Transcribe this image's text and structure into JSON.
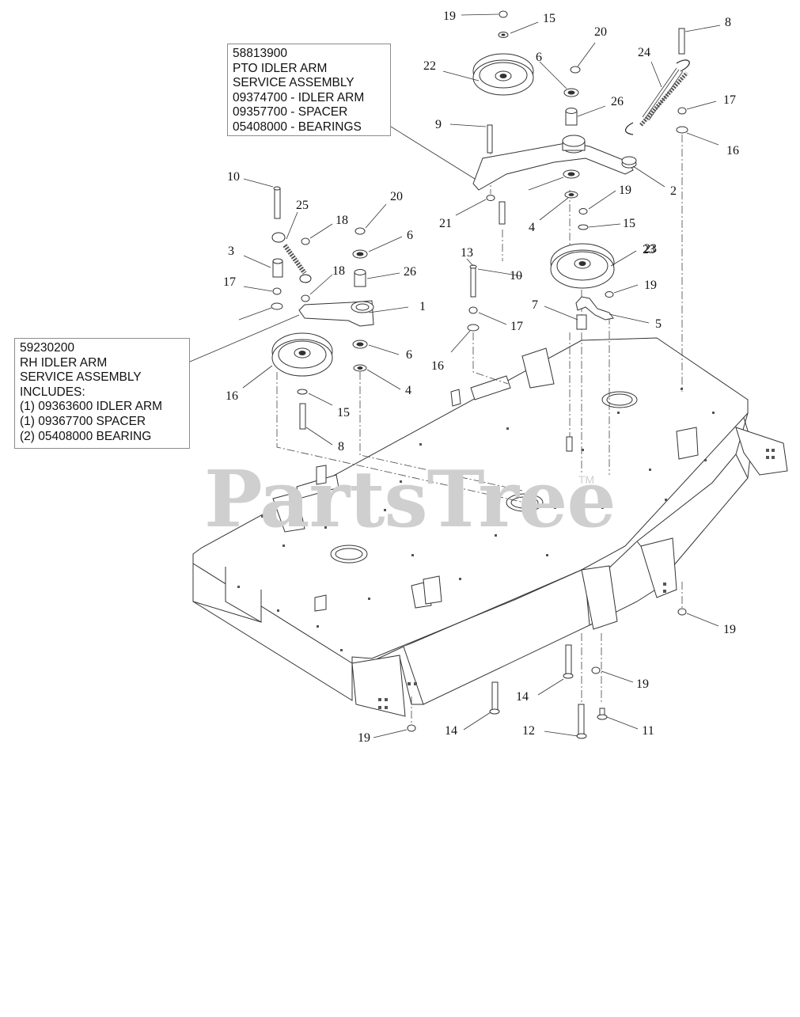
{
  "callouts": [
    {
      "id": "pto-idler-arm",
      "lines": [
        "58813900",
        "PTO IDLER ARM",
        "SERVICE ASSEMBLY",
        "09374700 - IDLER ARM",
        "09357700 - SPACER",
        "05408000 - BEARINGS"
      ]
    },
    {
      "id": "rh-idler-arm",
      "lines": [
        "59230200",
        "RH IDLER ARM",
        "SERVICE ASSEMBLY",
        "INCLUDES:",
        "(1) 09363600 IDLER ARM",
        "(1) 09367700 SPACER",
        "(2) 05408000 BEARING"
      ]
    }
  ],
  "watermark": {
    "text": "PartsTree",
    "tm": "TM"
  },
  "part_labels": [
    "19",
    "15",
    "20",
    "8",
    "6",
    "22",
    "24",
    "26",
    "17",
    "9",
    "16",
    "2",
    "10",
    "20",
    "6",
    "19",
    "21",
    "4",
    "25",
    "18",
    "15",
    "3",
    "26",
    "13",
    "10",
    "23",
    "17",
    "18",
    "19",
    "1",
    "7",
    "5",
    "16",
    "6",
    "17",
    "23",
    "4",
    "15",
    "16",
    "8",
    "19",
    "19",
    "14",
    "14",
    "12",
    "11",
    "19"
  ],
  "colors": {
    "line": "#333333",
    "text": "#111111",
    "watermark": "#cfcfcf",
    "box_border": "#8c8c8c"
  }
}
